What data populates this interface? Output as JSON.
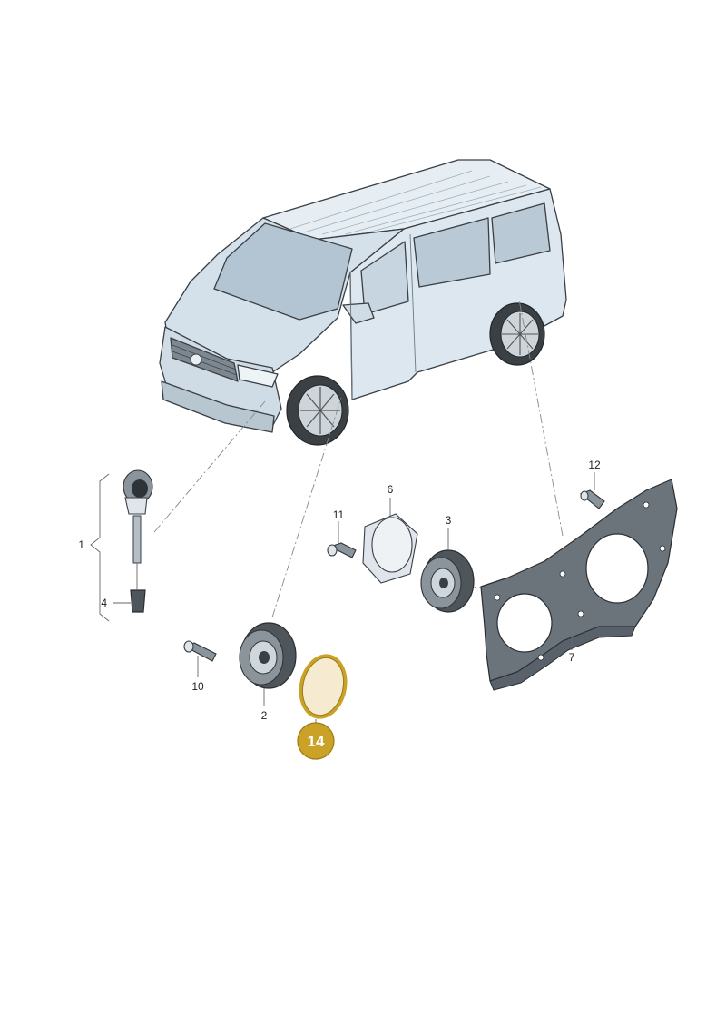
{
  "callouts": {
    "c1": "1",
    "c2": "2",
    "c3": "3",
    "c4": "4",
    "c6": "6",
    "c7": "7",
    "c10": "10",
    "c11": "11",
    "c12": "12"
  },
  "highlight": {
    "label": "14",
    "color": "#c9a227"
  },
  "colors": {
    "vehicle_body": "#dce7ef",
    "vehicle_glass": "#b9cad6",
    "part_dark": "#4e555b",
    "highlight_fill": "#f6ead0"
  }
}
